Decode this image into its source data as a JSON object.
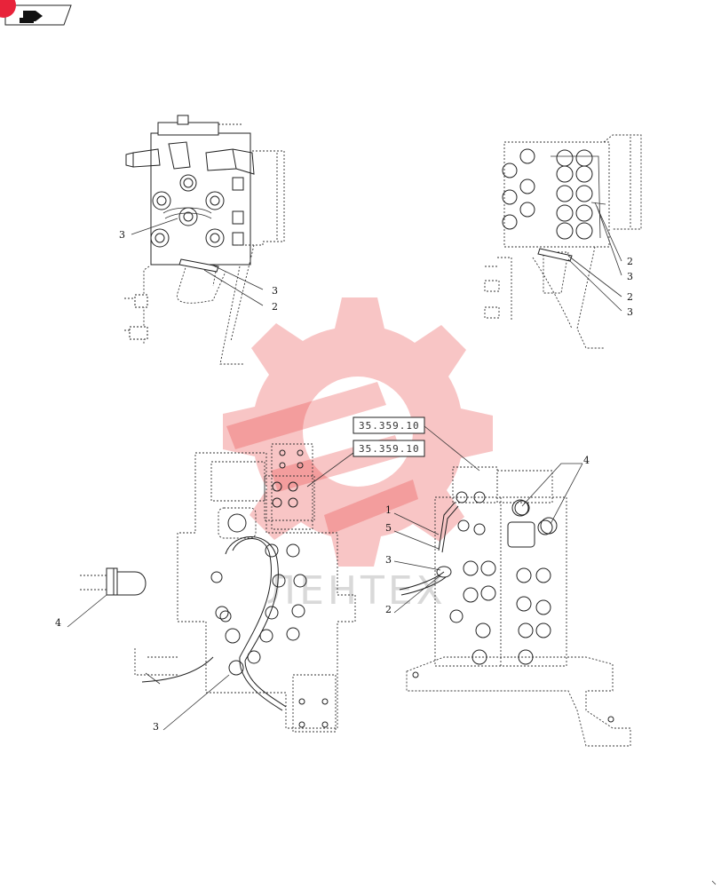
{
  "nav": {
    "icon": "page-badge-icon",
    "badge_color": "#e8233a"
  },
  "references": [
    "35.359.10",
    "35.359.10"
  ],
  "callouts": {
    "top_left": [
      "3",
      "3",
      "2"
    ],
    "top_right": [
      "2",
      "3",
      "2",
      "3"
    ],
    "bottom_left": [
      "4",
      "3"
    ],
    "bottom_right": [
      "1",
      "5",
      "3",
      "2",
      "4"
    ]
  },
  "watermark": {
    "text": "ЛЕНТЕХ",
    "color": "#e84a4a"
  }
}
